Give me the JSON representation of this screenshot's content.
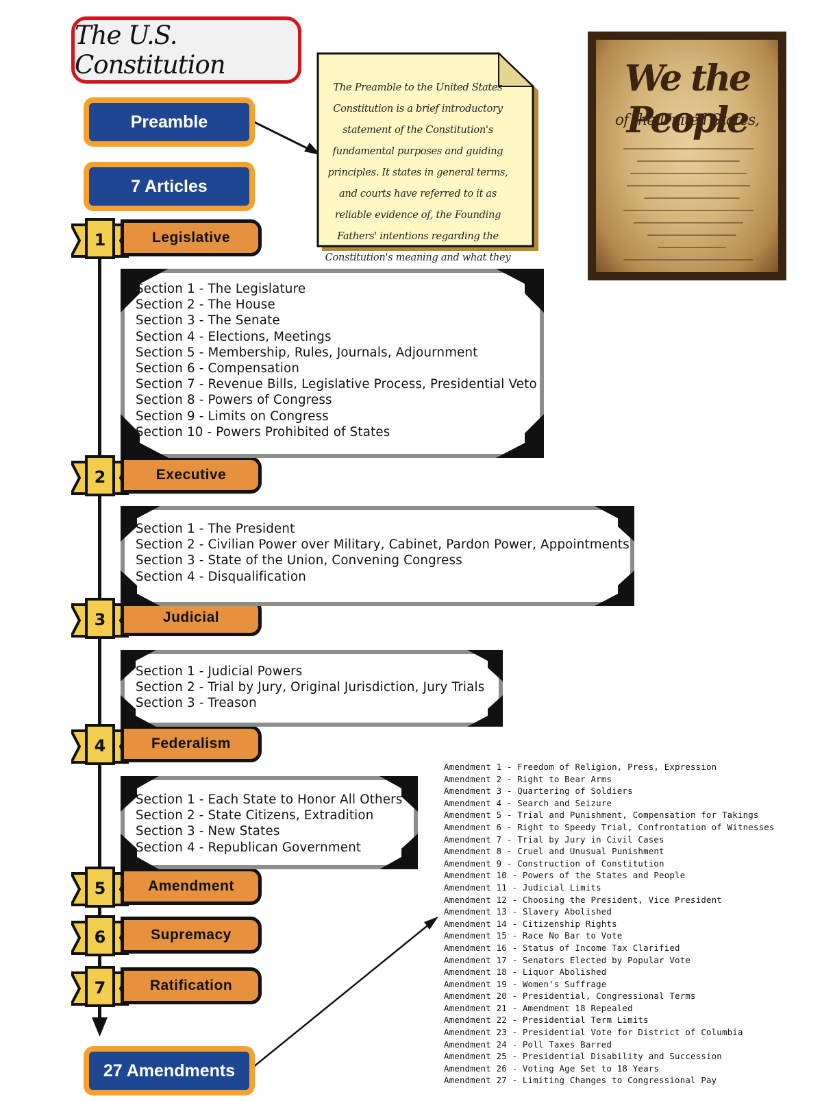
{
  "title": "The U.S. Constitution",
  "preamble": {
    "label": "Preamble",
    "note": "The Preamble to the United States Constitution is a brief introductory statement of the Constitution's fundamental purposes and guiding principles. It states in general terms, and courts have referred to it as reliable evidence of, the Founding Fathers' intentions regarding the Constitution's meaning and what they hoped the Constitution would achieve."
  },
  "articles_label": "7 Articles",
  "image": {
    "line1": "We the People",
    "line2": "of the United States,"
  },
  "articles": [
    {
      "number": "1",
      "name": "Legislative",
      "sections": [
        "Section 1 - The Legislature",
        "Section 2 - The House",
        "Section 3 - The Senate",
        "Section 4 - Elections, Meetings",
        "Section 5 - Membership, Rules, Journals, Adjournment",
        "Section 6 - Compensation",
        "Section 7 - Revenue Bills, Legislative Process, Presidential Veto",
        "Section 8 - Powers of Congress",
        "Section 9 - Limits on Congress",
        "Section 10 - Powers Prohibited of States"
      ]
    },
    {
      "number": "2",
      "name": "Executive",
      "sections": [
        "Section 1 - The President",
        "Section 2 - Civilian Power over Military, Cabinet, Pardon Power, Appointments",
        "Section 3 - State of the Union, Convening Congress",
        "Section 4 - Disqualification"
      ]
    },
    {
      "number": "3",
      "name": "Judicial",
      "sections": [
        "Section 1 - Judicial Powers",
        "Section 2 - Trial by Jury, Original Jurisdiction, Jury Trials",
        "Section 3 - Treason"
      ]
    },
    {
      "number": "4",
      "name": "Federalism",
      "sections": [
        "Section 1 - Each State to Honor All Others",
        "Section 2 - State Citizens, Extradition",
        "Section 3 - New States",
        "Section 4 - Republican Government"
      ]
    },
    {
      "number": "5",
      "name": "Amendment",
      "sections": []
    },
    {
      "number": "6",
      "name": "Supremacy",
      "sections": []
    },
    {
      "number": "7",
      "name": "Ratification",
      "sections": []
    }
  ],
  "amendments_label": "27 Amendments",
  "amendments": [
    "Amendment 1 - Freedom of Religion, Press, Expression",
    "Amendment 2 - Right to Bear Arms",
    "Amendment 3 - Quartering of Soldiers",
    "Amendment 4 - Search and Seizure",
    "Amendment 5 - Trial and Punishment, Compensation for Takings",
    "Amendment 6 - Right to Speedy Trial, Confrontation of Witnesses",
    "Amendment 7 - Trial by Jury in Civil Cases",
    "Amendment 8 - Cruel and Unusual Punishment",
    "Amendment 9 - Construction of Constitution",
    "Amendment 10 - Powers of the States and People",
    "Amendment 11 - Judicial Limits",
    "Amendment 12 - Choosing the President, Vice President",
    "Amendment 13 - Slavery Abolished",
    "Amendment 14 - Citizenship Rights",
    "Amendment 15 - Race No Bar to Vote",
    "Amendment 16 - Status of Income Tax Clarified",
    "Amendment 17 - Senators Elected by Popular Vote",
    "Amendment 18 - Liquor Abolished",
    "Amendment 19 - Women's Suffrage",
    "Amendment 20 - Presidential, Congressional Terms",
    "Amendment 21 - Amendment 18 Repealed",
    "Amendment 22 - Presidential Term Limits",
    "Amendment 23 - Presidential Vote for District of Columbia",
    "Amendment 24 - Poll Taxes Barred",
    "Amendment 25 - Presidential Disability and Succession",
    "Amendment 26 - Voting Age Set to 18 Years",
    "Amendment 27 - Limiting Changes to Congressional Pay"
  ]
}
